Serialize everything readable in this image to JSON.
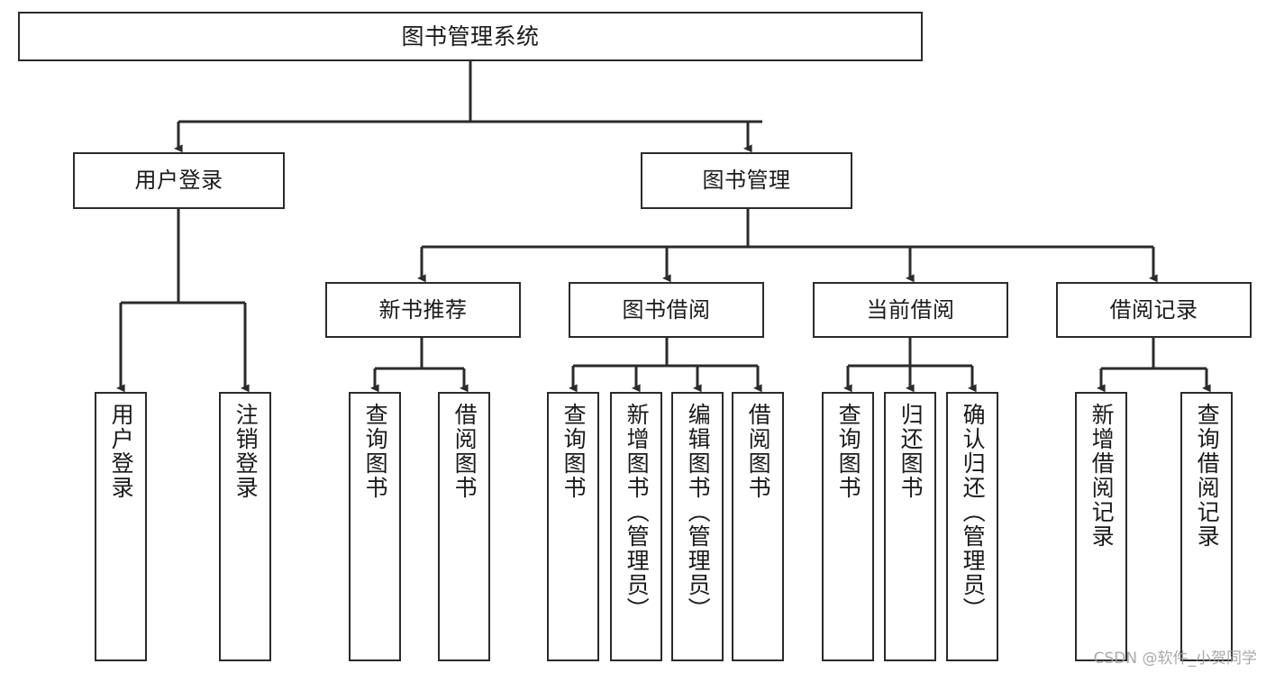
{
  "diagram": {
    "title": "图书管理系统",
    "type": "tree-hierarchy",
    "watermark": "CSDN @软件_小贺同学",
    "stroke_color": "#2b2b2b",
    "fill_color": "#ffffff",
    "text_color": "#1a1a1a",
    "watermark_color": "#9b9b9b"
  },
  "nodes": {
    "root": {
      "label": "图书管理系统"
    },
    "level1": [
      {
        "label": "用户登录"
      },
      {
        "label": "图书管理"
      }
    ],
    "level2": [
      {
        "label": "新书推荐"
      },
      {
        "label": "图书借阅"
      },
      {
        "label": "当前借阅"
      },
      {
        "label": "借阅记录"
      }
    ],
    "leaves": {
      "user_login": [
        {
          "label": "用户登录"
        },
        {
          "label": "注销登录"
        }
      ],
      "new_book_recommend": [
        {
          "label": "查询图书"
        },
        {
          "label": "借阅图书"
        }
      ],
      "book_borrow": [
        {
          "label": "查询图书"
        },
        {
          "label": "新增图书（管理员）"
        },
        {
          "label": "编辑图书（管理员）"
        },
        {
          "label": "借阅图书"
        }
      ],
      "current_borrow": [
        {
          "label": "查询图书"
        },
        {
          "label": "归还图书"
        },
        {
          "label": "确认归还（管理员）"
        }
      ],
      "borrow_record": [
        {
          "label": "新增借阅记录"
        },
        {
          "label": "查询借阅记录"
        }
      ]
    }
  }
}
